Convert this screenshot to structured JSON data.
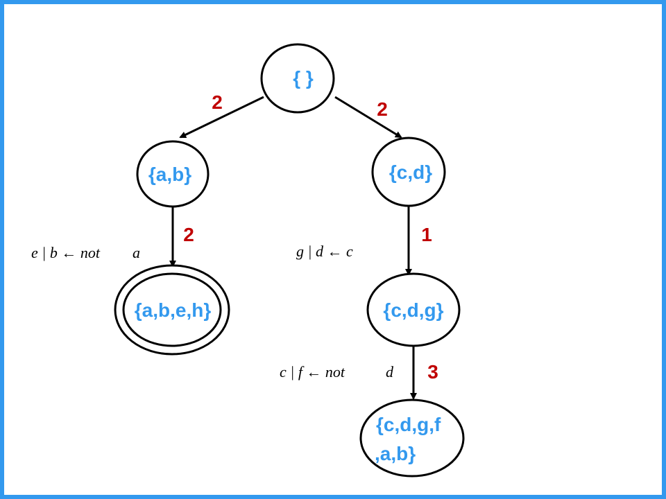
{
  "colors": {
    "border": "#3399ee",
    "node_text": "#3399ee",
    "edge_number": "#c00000",
    "edge": "#000000"
  },
  "nodes": {
    "root": "{ }",
    "ab": "{a,b}",
    "cd": "{c,d}",
    "abeh": "{a,b,e,h}",
    "cdg": "{c,d,g}",
    "cdgfab_line1": "{c,d,g,f",
    "cdgfab_line2": ",a,b}"
  },
  "edges": {
    "root_ab": "2",
    "root_cd": "2",
    "ab_abeh": "2",
    "cd_cdg": "1",
    "cdg_cdgfab": "3"
  },
  "rules": {
    "ab_abeh_left": "e | b ← not",
    "ab_abeh_right": "a",
    "cd_cdg": "g | d ← c",
    "cdg_cdgfab_left": "c | f ← not",
    "cdg_cdgfab_right": "d"
  }
}
